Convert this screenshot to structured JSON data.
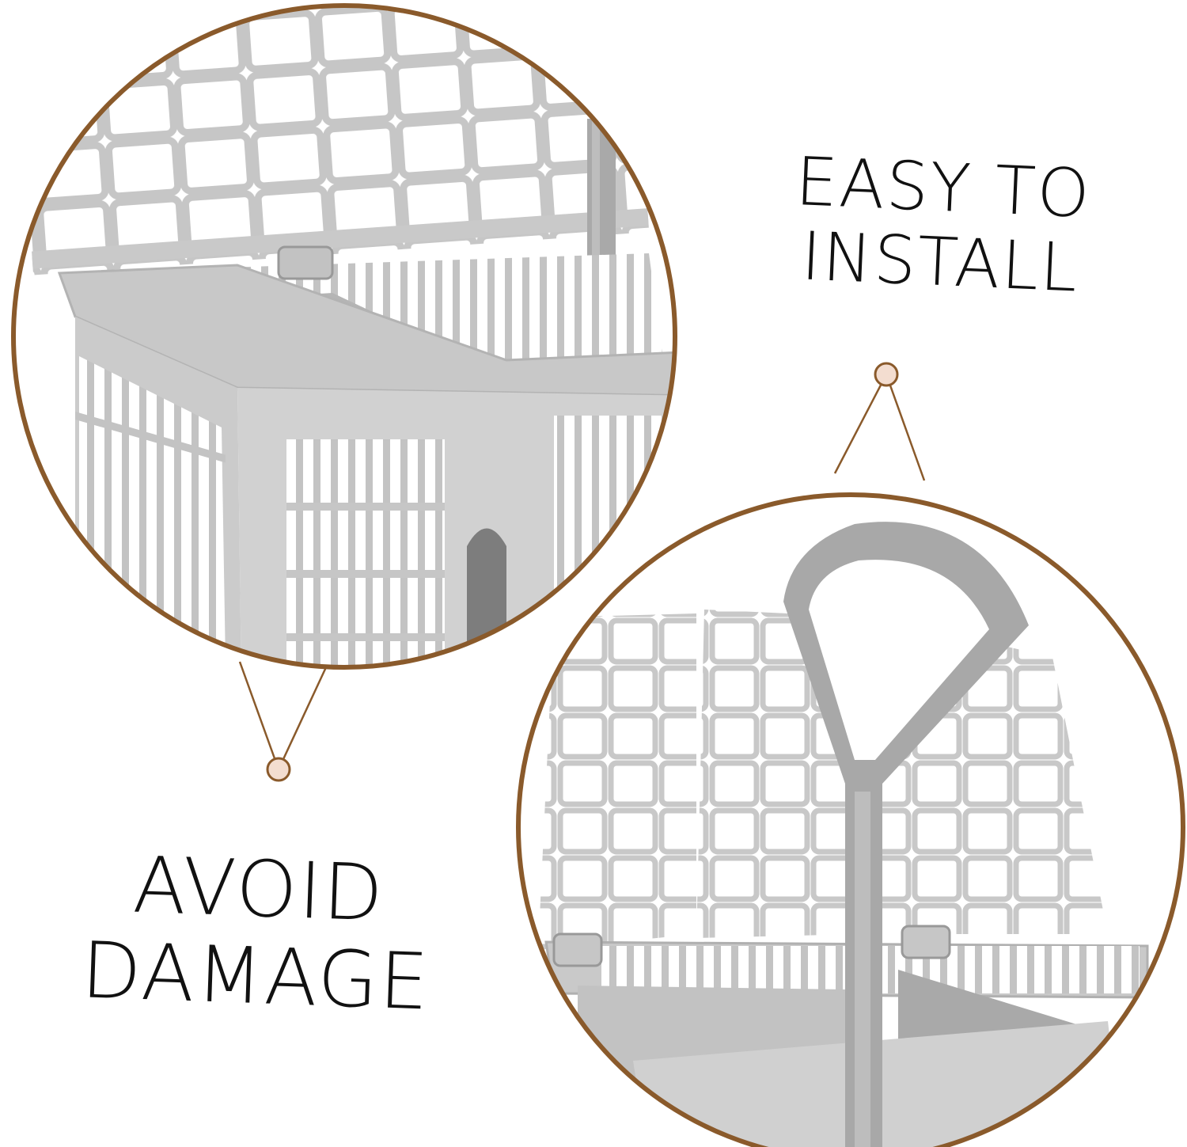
{
  "captions": {
    "easy_to_install": {
      "line1": "EASY TO",
      "line2": "INSTALL"
    },
    "avoid_damage": {
      "line1": "AVOID",
      "line2": "DAMAGE"
    }
  },
  "colors": {
    "frame": "#8a5a2b",
    "dot_fill": "#f3ddd0",
    "plastic": "#c4c4c4",
    "plastic_dark": "#9a9a9a",
    "background": "#ffffff",
    "text": "#111111"
  },
  "images": [
    {
      "name": "basket-lid-closeup",
      "subject": "grey cutlery basket with hinged grid lid"
    },
    {
      "name": "basket-handle-closeup",
      "subject": "grey cutlery basket handle and open lids"
    }
  ]
}
